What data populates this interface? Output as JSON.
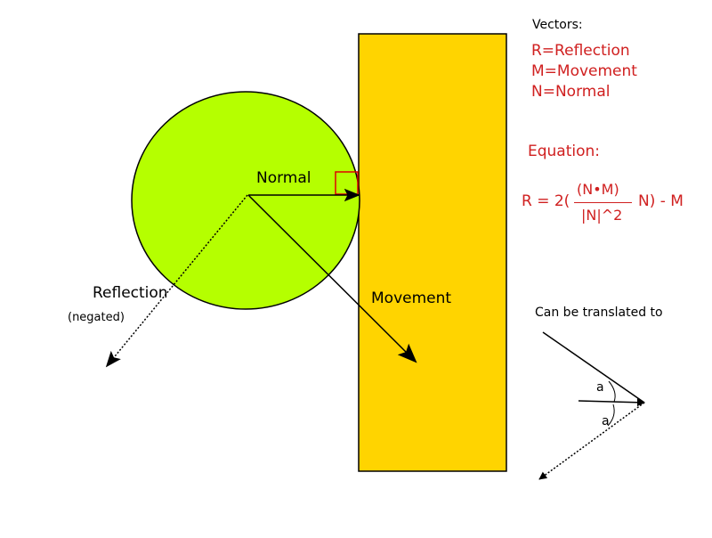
{
  "labels": {
    "normal": "Normal",
    "reflection": "Reflection",
    "negated": "(negated)",
    "movement": "Movement",
    "can_be_translated": "Can be translated to",
    "angle_a_top": "a",
    "angle_a_bottom": "a"
  },
  "legend": {
    "title": "Vectors:",
    "items": [
      "R=Reflection",
      "M=Movement",
      "N=Normal"
    ]
  },
  "equation": {
    "title": "Equation:",
    "lhs": "R = 2(",
    "numerator": "(N•M)",
    "denominator": "|N|^2",
    "rhs": "N) - M"
  },
  "colors": {
    "ball_fill": "#b5ff00",
    "wall_fill": "#ffd400",
    "equation_text": "#d02020",
    "right_angle_marker": "#e00000",
    "line": "#000000"
  }
}
